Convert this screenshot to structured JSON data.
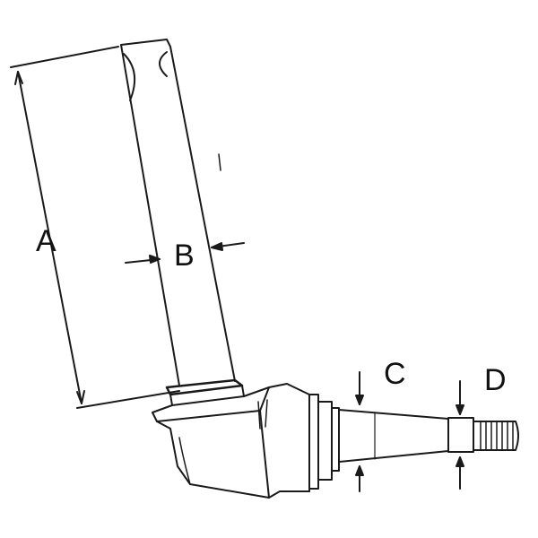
{
  "diagram": {
    "labels": {
      "a": "A",
      "b": "B",
      "c": "C",
      "d": "D"
    },
    "stroke_color": "#1a1a1a"
  }
}
